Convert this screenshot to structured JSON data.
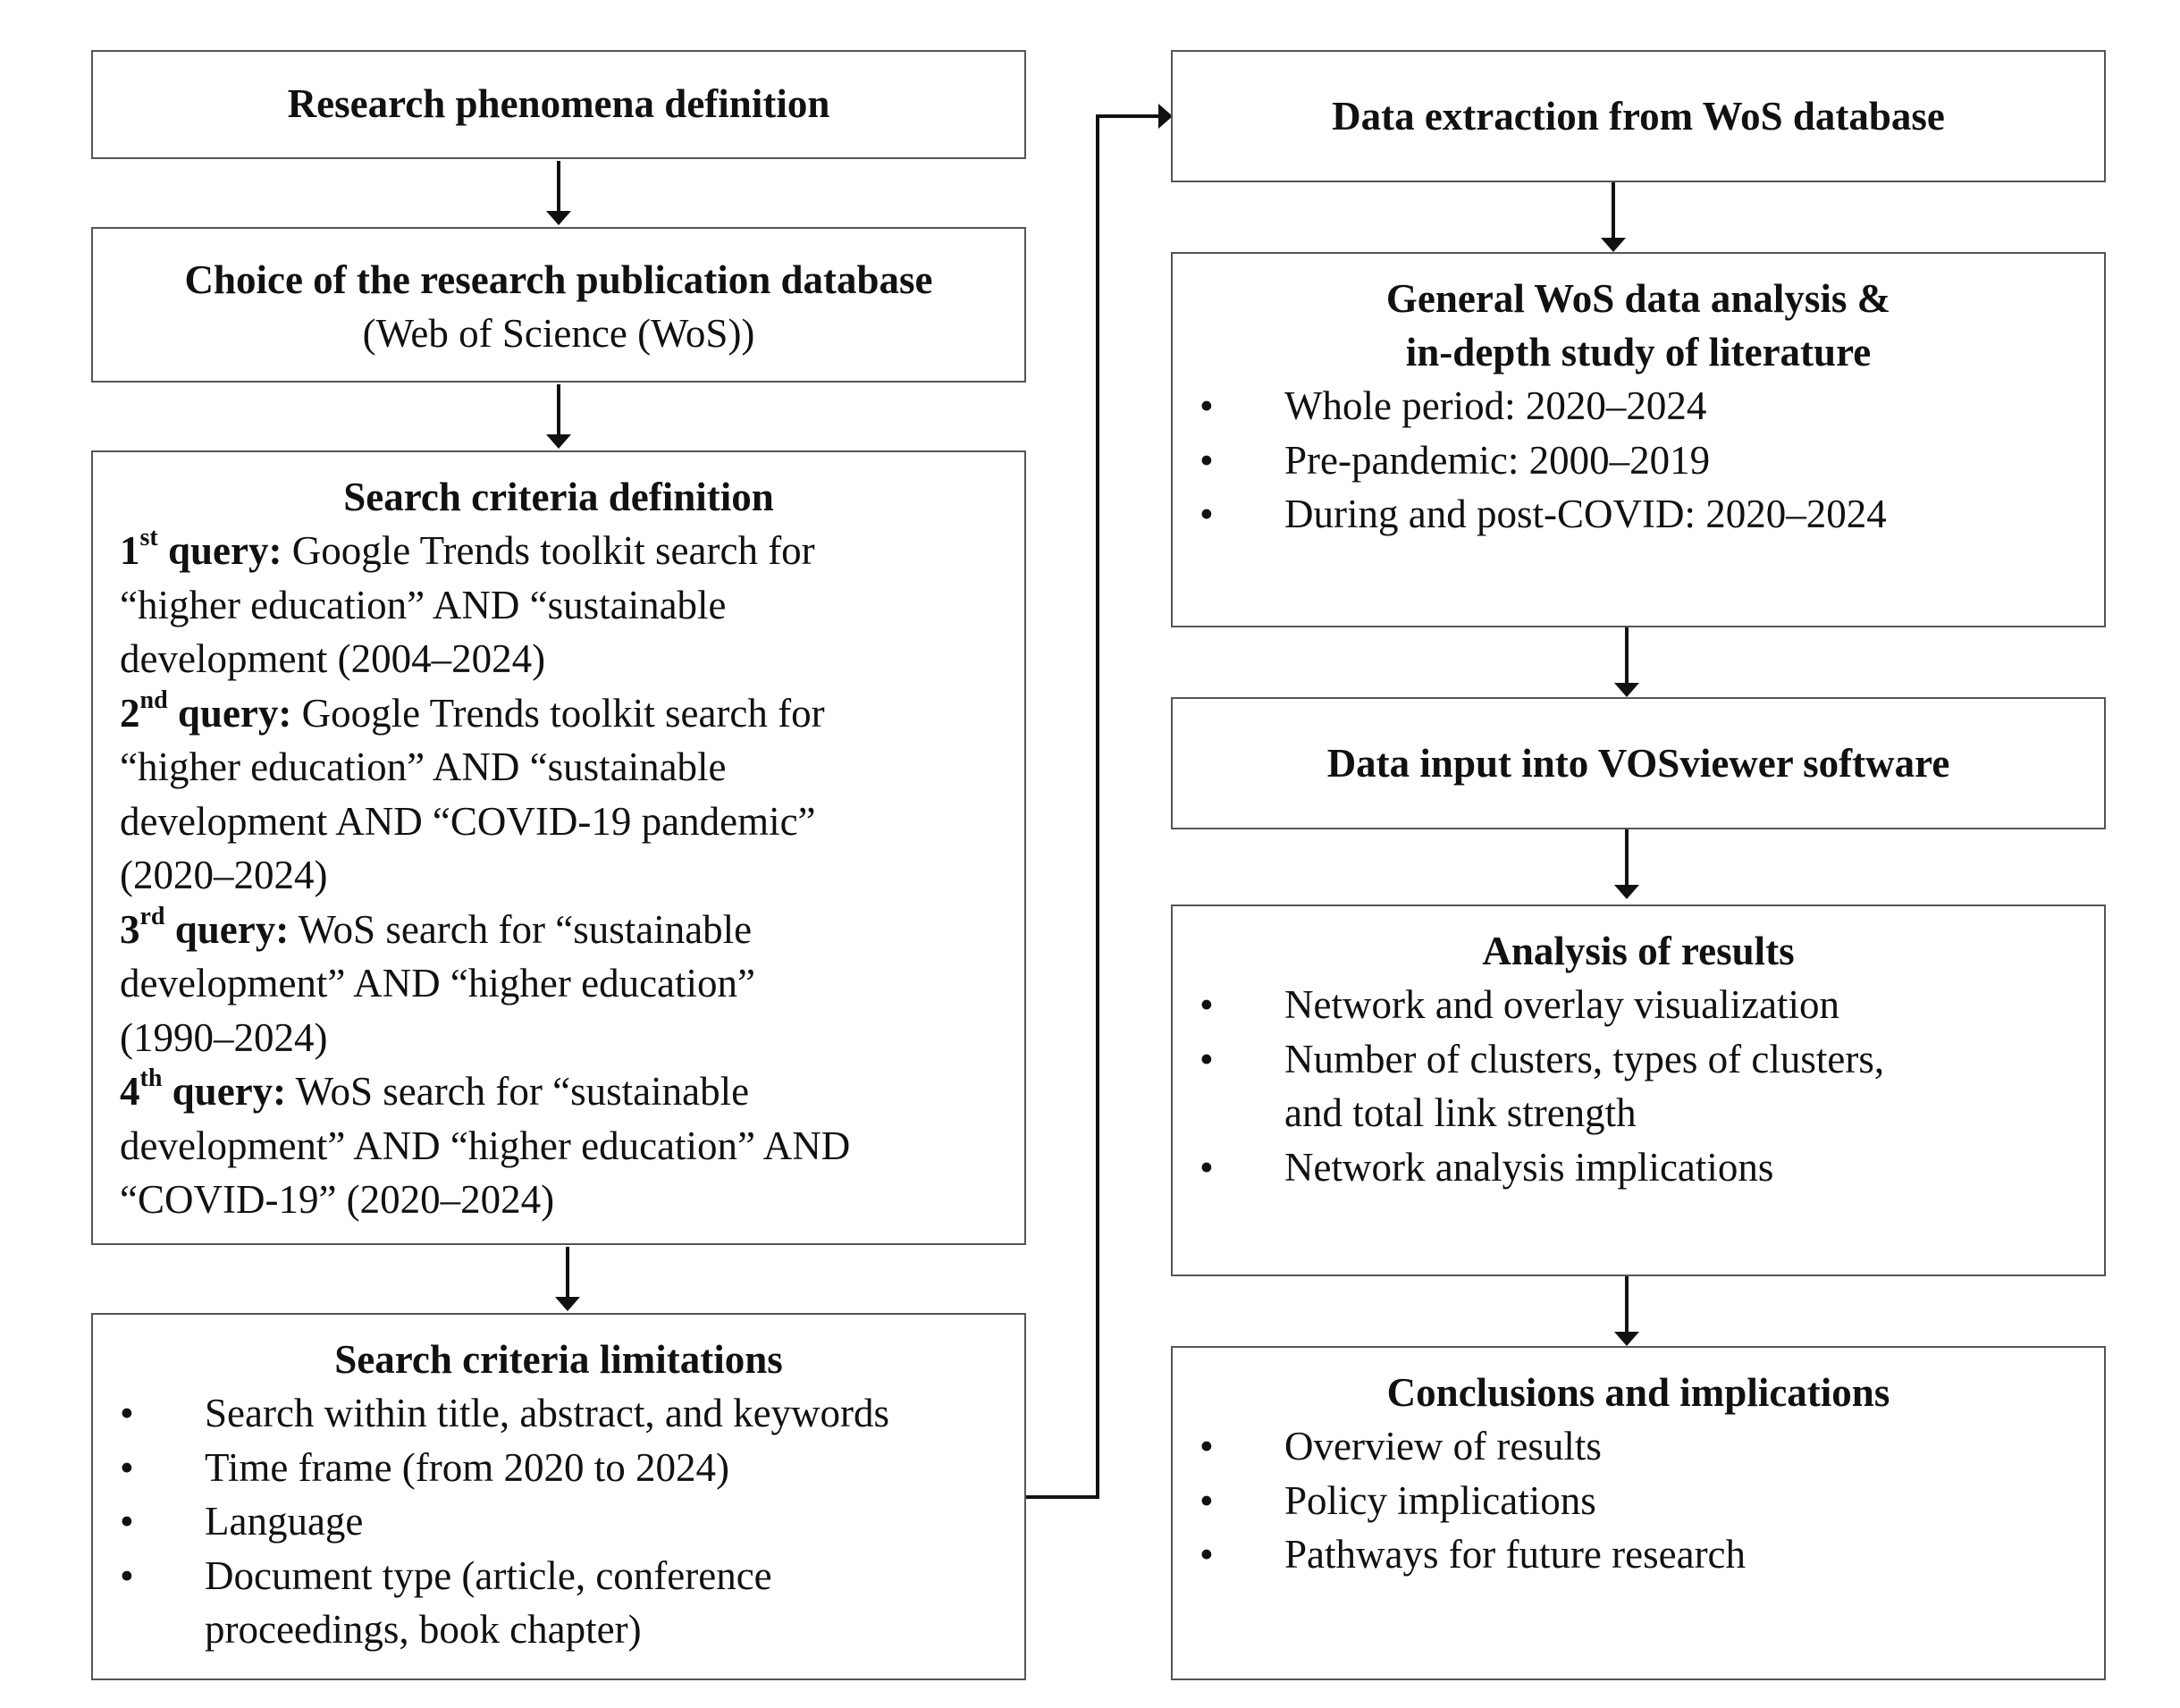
{
  "left_column": {
    "box1": {
      "title": "Research phenomena definition"
    },
    "box2": {
      "title": "Choice of the research publication database",
      "subtitle": "(Web of Science (WoS))"
    },
    "box3": {
      "title": "Search criteria definition",
      "queries": [
        {
          "num": "1",
          "sup": "st",
          "label_rest": "query:",
          "lines": [
            " Google Trends toolkit search for",
            "“higher education” AND “sustainable",
            "development (2004–2024)"
          ]
        },
        {
          "num": "2",
          "sup": "nd",
          "label_rest": "query:",
          "lines": [
            " Google Trends toolkit search for",
            "“higher education” AND “sustainable",
            "development AND “COVID-19 pandemic”",
            "(2020–2024)"
          ]
        },
        {
          "num": "3",
          "sup": "rd",
          "label_rest": "query:",
          "lines": [
            " WoS search for “sustainable",
            "development” AND “higher education”",
            "(1990–2024)"
          ]
        },
        {
          "num": "4",
          "sup": "th",
          "label_rest": "query:",
          "lines": [
            " WoS search for “sustainable",
            "development” AND “higher education” AND",
            "“COVID-19” (2020–2024)"
          ]
        }
      ]
    },
    "box4": {
      "title": "Search criteria limitations",
      "bullet": "•",
      "items": [
        [
          "Search within title, abstract, and keywords"
        ],
        [
          "Time frame (from 2020 to 2024)"
        ],
        [
          "Language"
        ],
        [
          "Document type (article, conference",
          "proceedings, book chapter)"
        ]
      ]
    }
  },
  "right_column": {
    "box1": {
      "title": "Data extraction from WoS database"
    },
    "box2": {
      "title_lines": [
        "General WoS data analysis &",
        "in-depth study of literature"
      ],
      "bullet": "•",
      "items": [
        [
          "Whole period: 2020–2024"
        ],
        [
          "Pre-pandemic: 2000–2019"
        ],
        [
          "During and post-COVID: 2020–2024"
        ]
      ]
    },
    "box3": {
      "title": "Data input into VOSviewer software"
    },
    "box4": {
      "title": "Analysis of results",
      "bullet": "•",
      "items": [
        [
          "Network and overlay visualization"
        ],
        [
          "Number of clusters, types of clusters,",
          "and total link strength"
        ],
        [
          "Network analysis implications"
        ]
      ]
    },
    "box5": {
      "title": "Conclusions and implications",
      "bullet": "•",
      "items": [
        [
          "Overview of results"
        ],
        [
          "Policy implications"
        ],
        [
          "Pathways for future research"
        ]
      ]
    }
  }
}
